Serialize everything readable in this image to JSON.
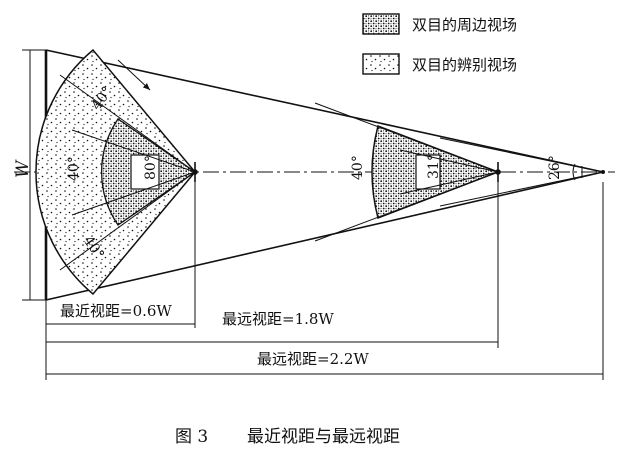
{
  "legend": {
    "items": [
      {
        "id": "peripheral",
        "label": "双目的周边视场"
      },
      {
        "id": "discrimination",
        "label": "双目的辨别视场"
      }
    ]
  },
  "diagram": {
    "width_label": "W",
    "angles": {
      "near_upper": "40°",
      "near_left": "40°",
      "near_lower": "40°",
      "near_center": "80°",
      "far_left": "40°",
      "far_center": "31°",
      "farthest": "26°"
    },
    "distances": {
      "nearest": "最近视距=0.6W",
      "far": "最远视距=1.8W",
      "farthest": "最远视距=2.2W"
    }
  },
  "caption": {
    "figure_number": "图 3",
    "title": "最近视距与最远视距"
  }
}
